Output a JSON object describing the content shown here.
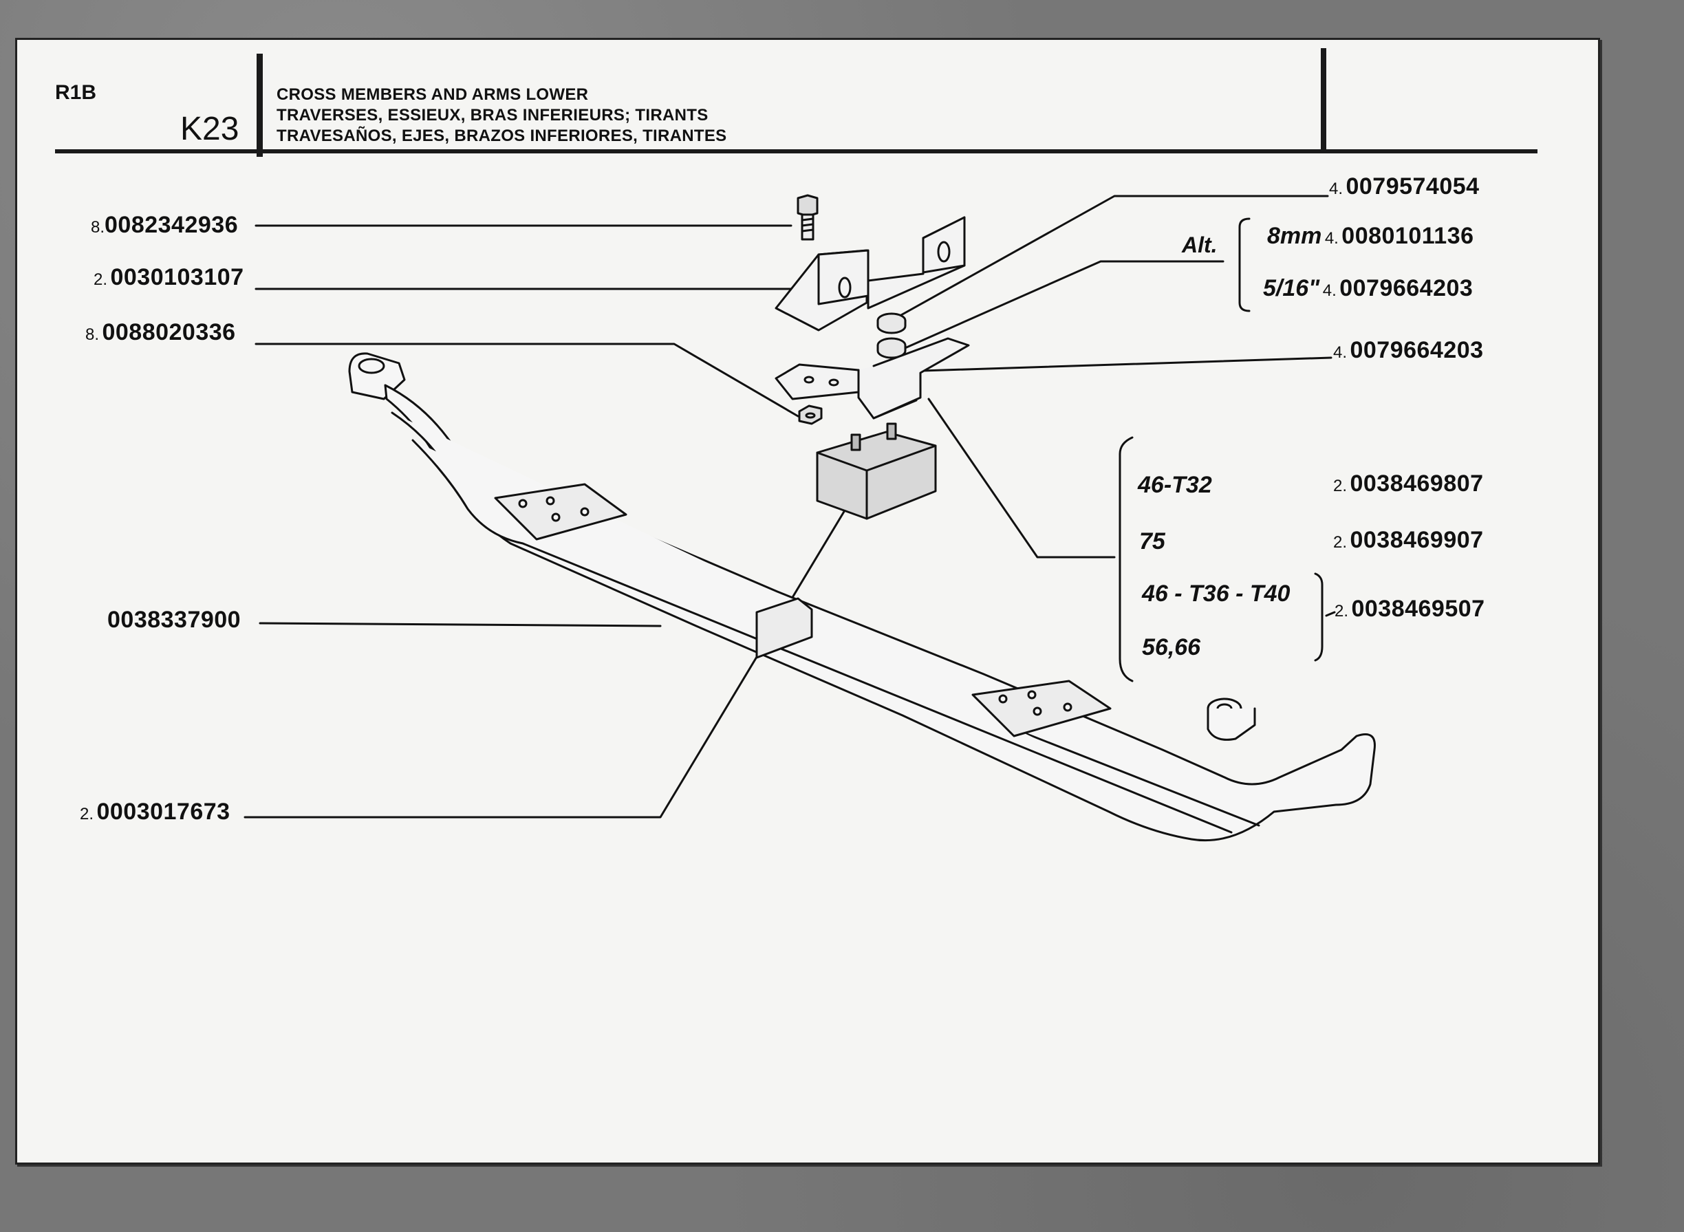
{
  "header": {
    "model": "R1B",
    "section": "K23",
    "titles": [
      "CROSS MEMBERS AND ARMS LOWER",
      "TRAVERSES, ESSIEUX, BRAS INFERIEURS; TIRANTS",
      "TRAVESAÑOS, EJES, BRAZOS INFERIORES, TIRANTES"
    ]
  },
  "parts_left": [
    {
      "qty": "8.",
      "code": "0082342936"
    },
    {
      "qty": "2.",
      "code": "0030103107"
    },
    {
      "qty": "8.",
      "code": "0088020336"
    },
    {
      "qty": "",
      "code": "0038337900"
    },
    {
      "qty": "2.",
      "code": "0003017673"
    }
  ],
  "parts_right": {
    "top": {
      "qty": "4.",
      "code": "0079574054"
    },
    "alt_label": "Alt.",
    "alt_items": [
      {
        "size": "8mm",
        "qty": "4.",
        "code": "0080101136"
      },
      {
        "size": "5/16\"",
        "qty": "4.",
        "code": "0079664203"
      }
    ],
    "washer": {
      "qty": "4.",
      "code": "0079664203"
    },
    "mounts": [
      {
        "model": "46-T32",
        "qty": "2.",
        "code": "0038469807"
      },
      {
        "model": "75",
        "qty": "2.",
        "code": "0038469907"
      },
      {
        "model": "46 - T36 - T40",
        "qty": "",
        "code": ""
      },
      {
        "model": "56,66",
        "qty": "",
        "code": ""
      }
    ],
    "mount_group": {
      "qty": "2.",
      "code": "0038469507"
    }
  }
}
